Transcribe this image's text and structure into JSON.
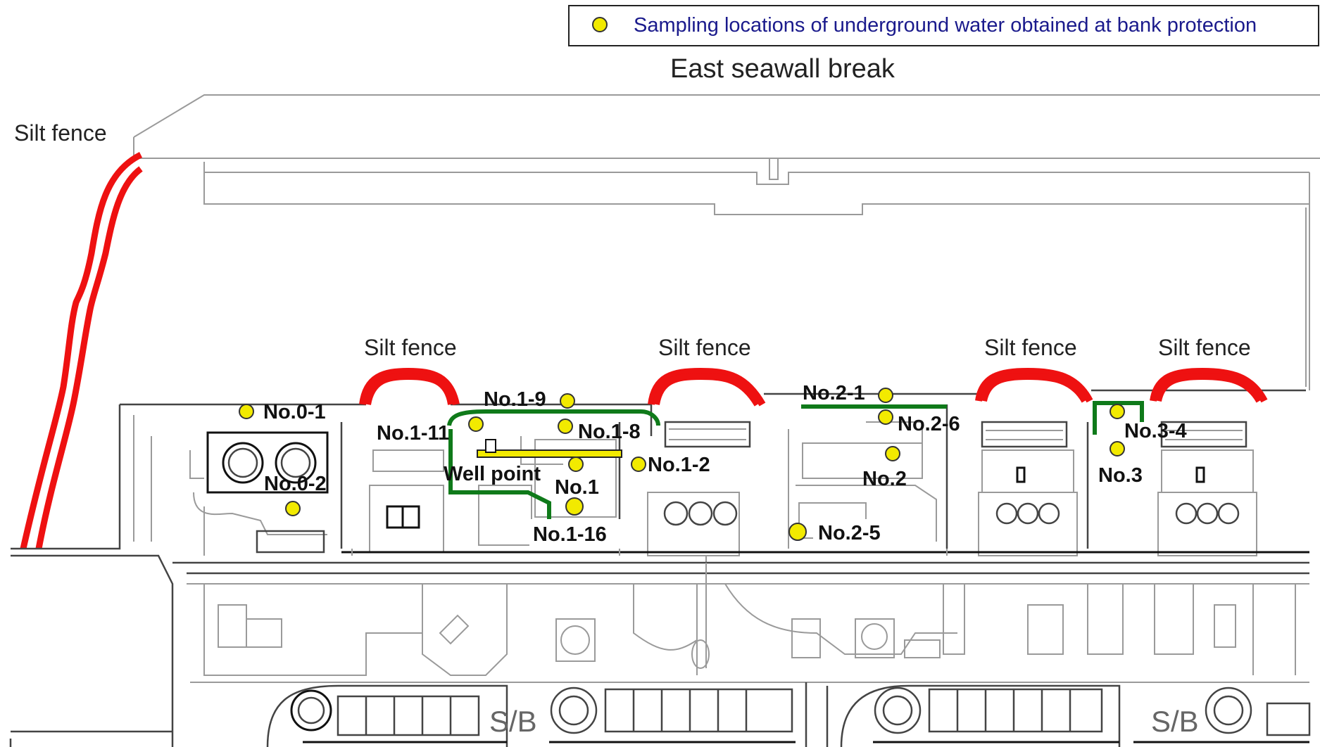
{
  "legend": {
    "text": "Sampling locations of underground water obtained at bank protection",
    "marker_color": "#f2ea00"
  },
  "title": "East seawall break",
  "silt_fences": {
    "left": "Silt fence",
    "unit1": "Silt fence",
    "unit2": "Silt fence",
    "unit3": "Silt fence",
    "unit4": "Silt fence"
  },
  "points": {
    "no0_1": "No.0-1",
    "no0_2": "No.0-2",
    "no1_9": "No.1-9",
    "no1_11": "No.1-11",
    "no1_8": "No.1-8",
    "no1_2": "No.1-2",
    "no1": "No.1",
    "no1_16": "No.1-16",
    "no2_1": "No.2-1",
    "no2_6": "No.2-6",
    "no2": "No.2",
    "no2_5": "No.2-5",
    "no3_4": "No.3-4",
    "no3": "No.3"
  },
  "well_point": "Well point",
  "colors": {
    "silt_fence": "#ee1111",
    "barrier_line": "#0f7a1a",
    "well_point_bar": "#f2ea00",
    "sample_point": "#f2ea00"
  },
  "icons": {
    "sample_marker": "yellow-circle-icon"
  }
}
